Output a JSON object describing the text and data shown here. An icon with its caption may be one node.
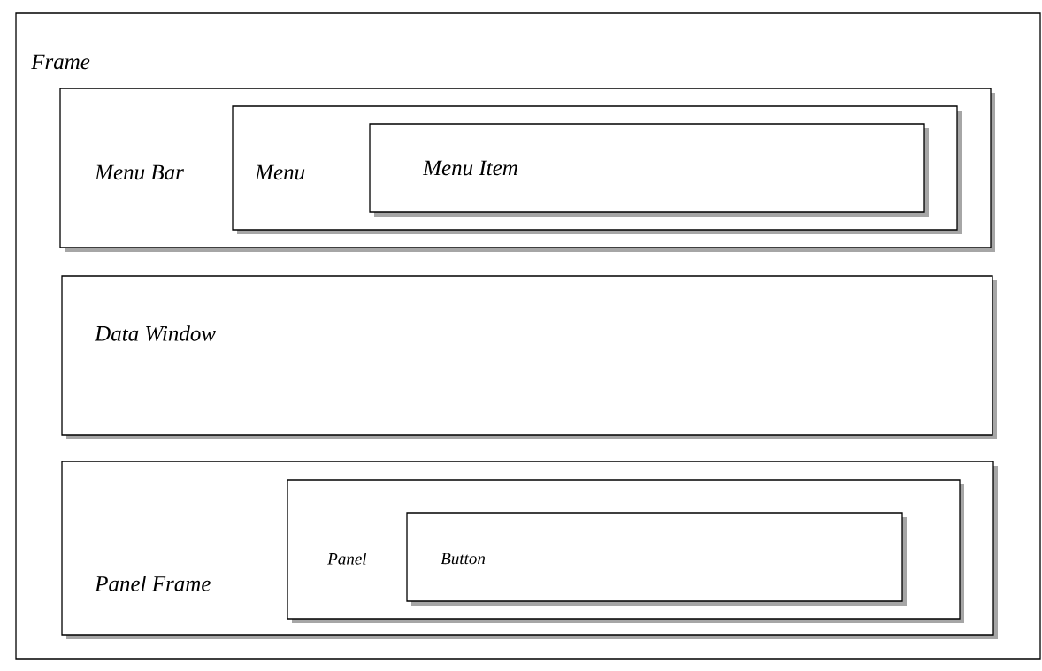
{
  "diagram": {
    "nodes": [
      {
        "text": [
          "Frame"
        ]
      },
      {
        "text": [
          "Menu Bar"
        ],
        "in": 0
      },
      {
        "text": [
          "Menu"
        ],
        "in": 1
      },
      {
        "text": [
          "Menu Item"
        ],
        "in": 2
      },
      {
        "text": [
          "Data Window"
        ],
        "in": 0
      },
      {
        "text": [
          "Panel Frame"
        ],
        "in": 0
      },
      {
        "text": [
          "Panel"
        ],
        "in": 5
      },
      {
        "text": [
          "Button"
        ],
        "in": 6
      }
    ]
  }
}
